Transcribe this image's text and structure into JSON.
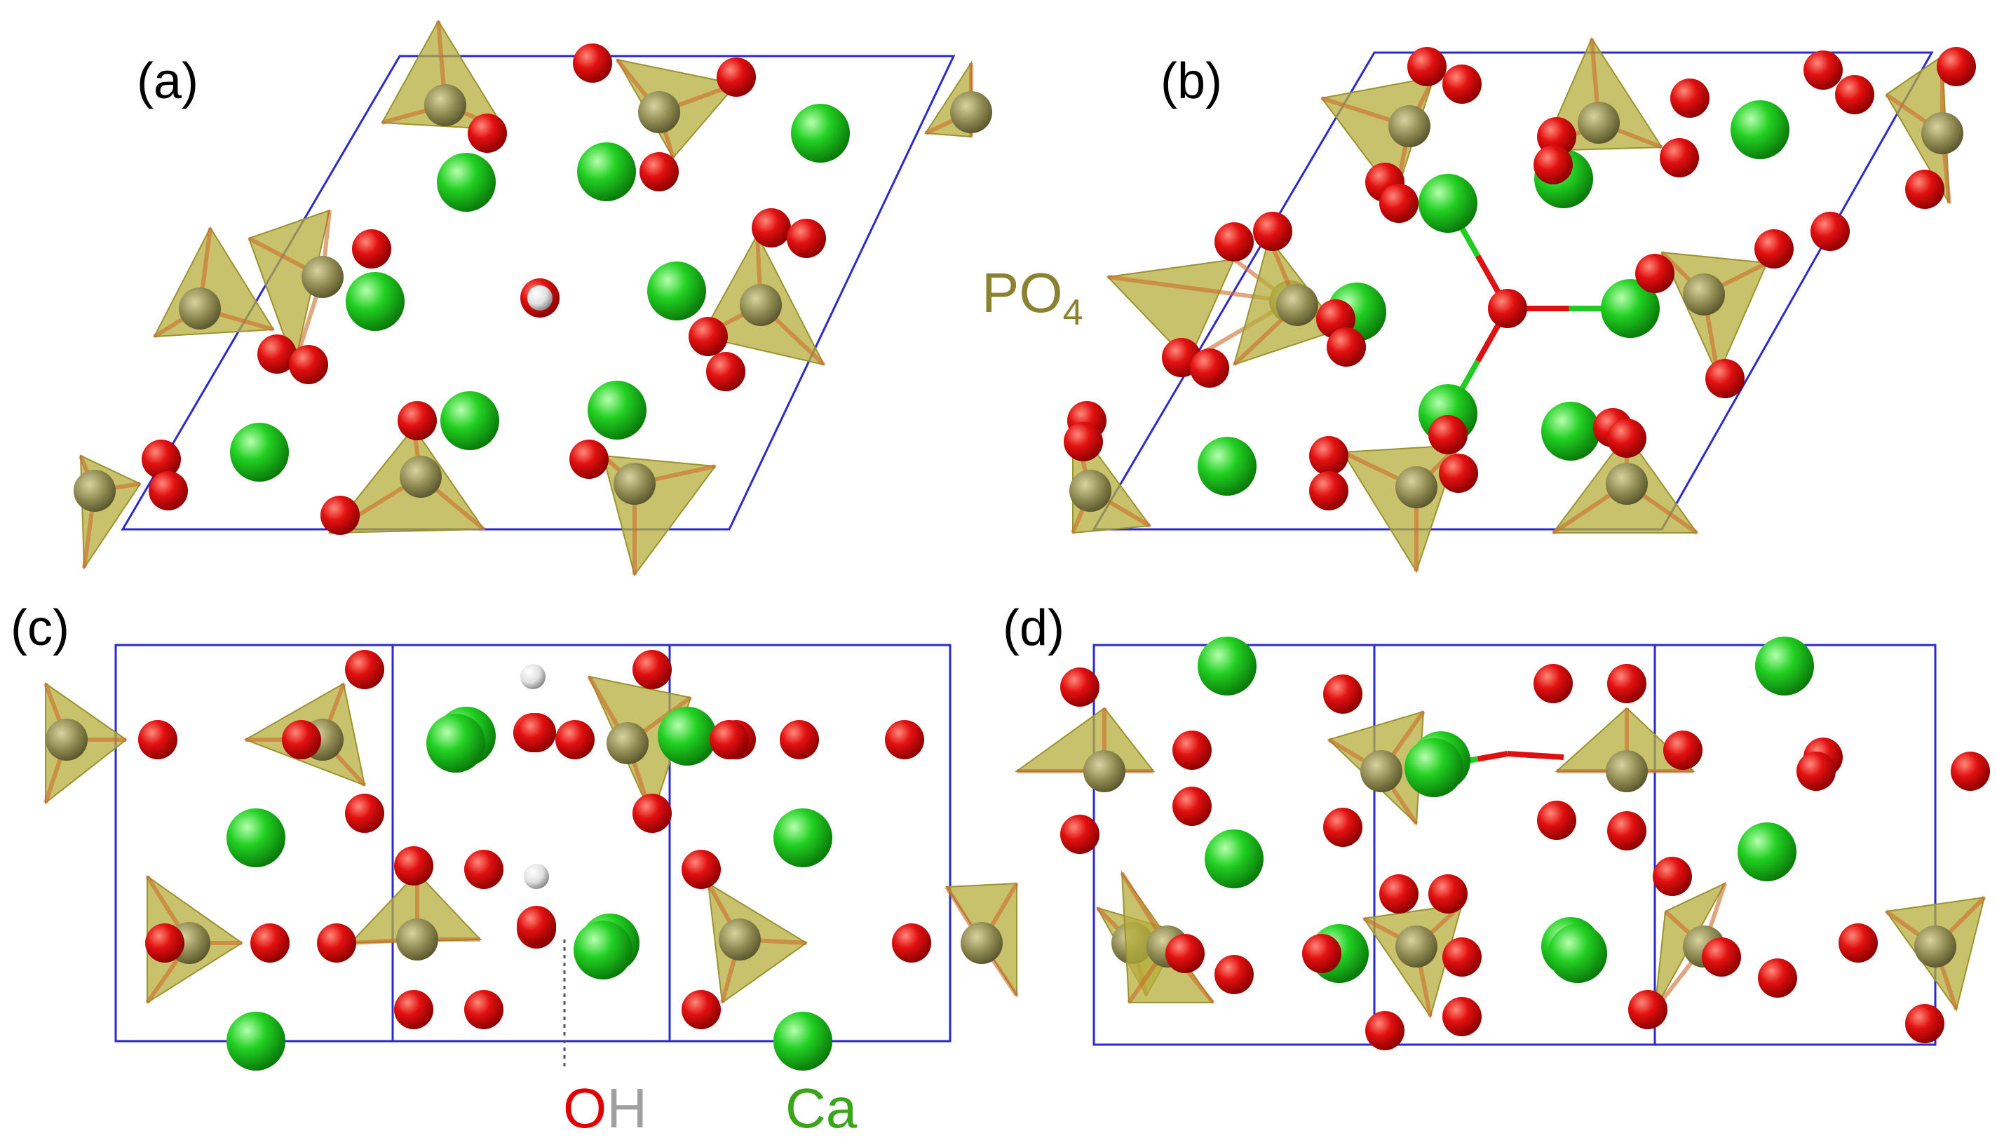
{
  "panels": [
    {
      "label": "(a)"
    },
    {
      "label": "(b)"
    },
    {
      "label": "(c)"
    },
    {
      "label": "(d)"
    }
  ],
  "legend": {
    "po4_main": "PO",
    "po4_sub": "4",
    "oh_o": "O",
    "oh_h": "H",
    "ca": "Ca"
  },
  "colors": {
    "cell_edge": "#2a2ad0",
    "oxygen": "#e00000",
    "calcium": "#10c010",
    "hydrogen": "#e6e6e6",
    "phosphate": "#b5ad3c",
    "po4_text": "#8a8230",
    "oh_text_o": "#e00000",
    "oh_text_h": "#a0a0a0",
    "ca_text": "#3aa41a"
  }
}
